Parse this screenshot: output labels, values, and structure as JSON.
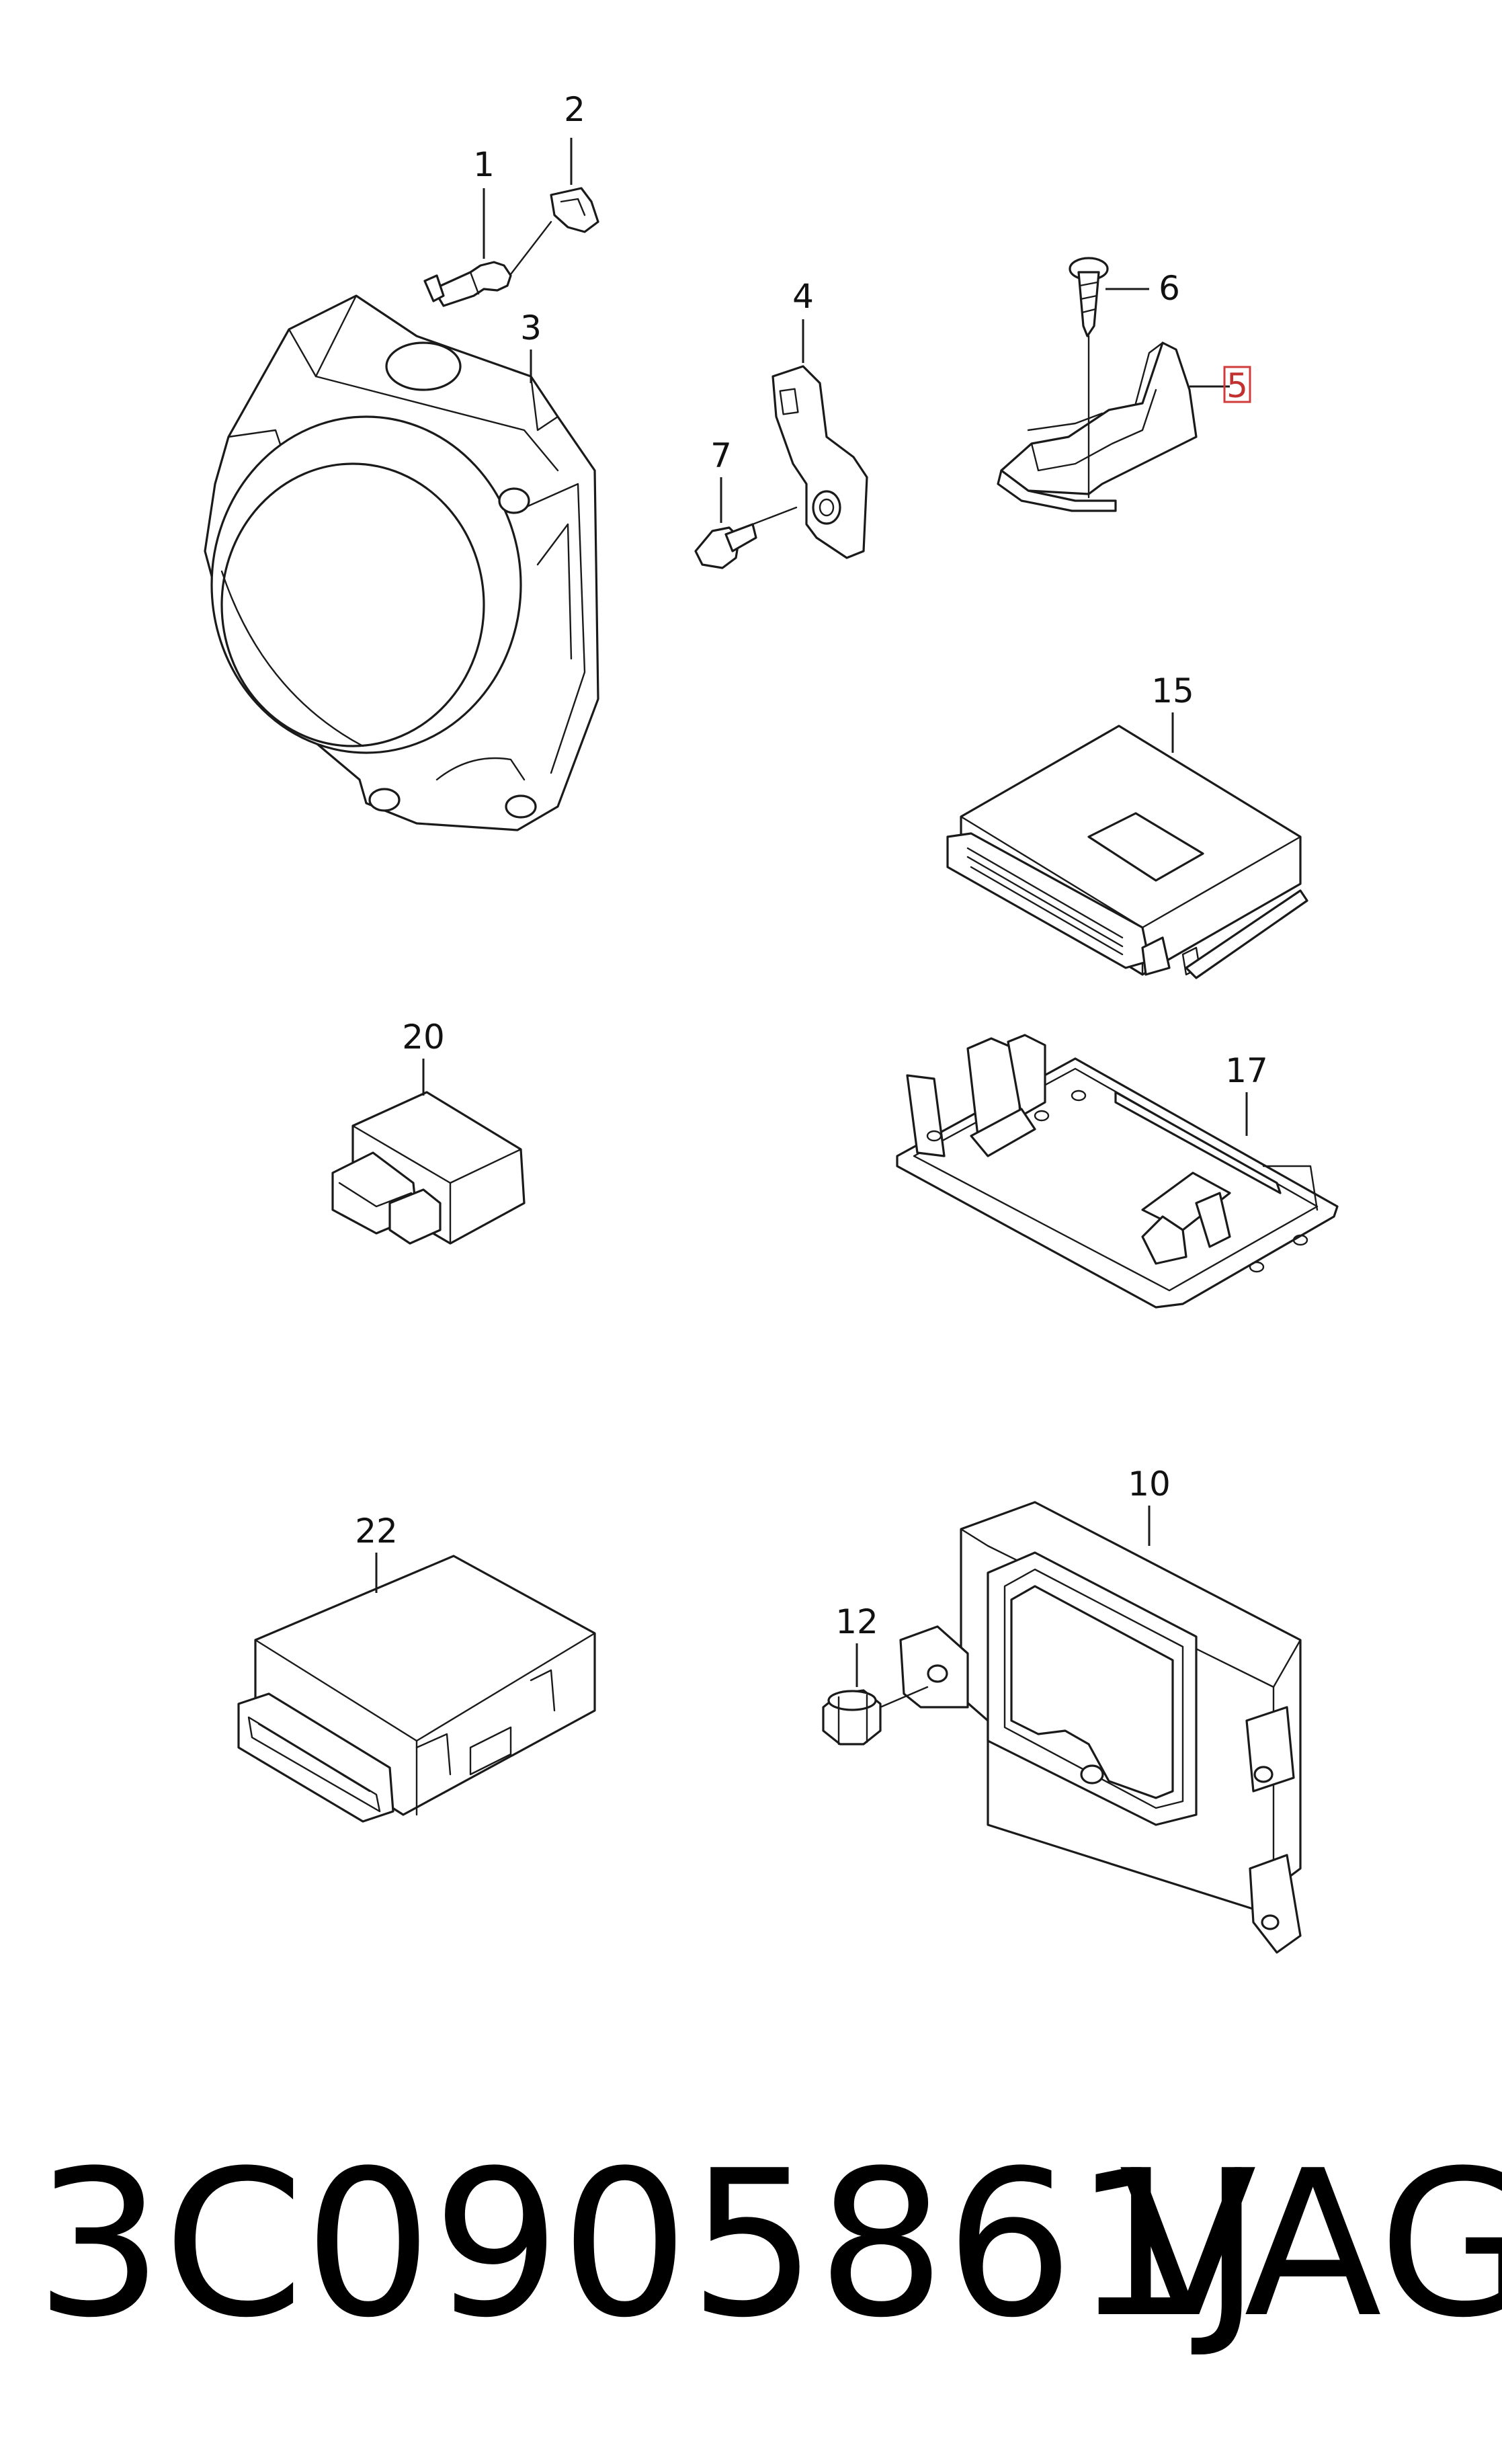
{
  "callouts": [
    "1",
    "2",
    "3",
    "4",
    "5",
    "6",
    "7",
    "15",
    "20",
    "17",
    "22",
    "10",
    "12"
  ],
  "highlighted_callout": "5",
  "footer": {
    "part_number": "3C0905861J",
    "brand": "VAG"
  },
  "colors": {
    "line": "#1a1a1a",
    "highlight": "#d23b3b",
    "background": "#ffffff"
  }
}
